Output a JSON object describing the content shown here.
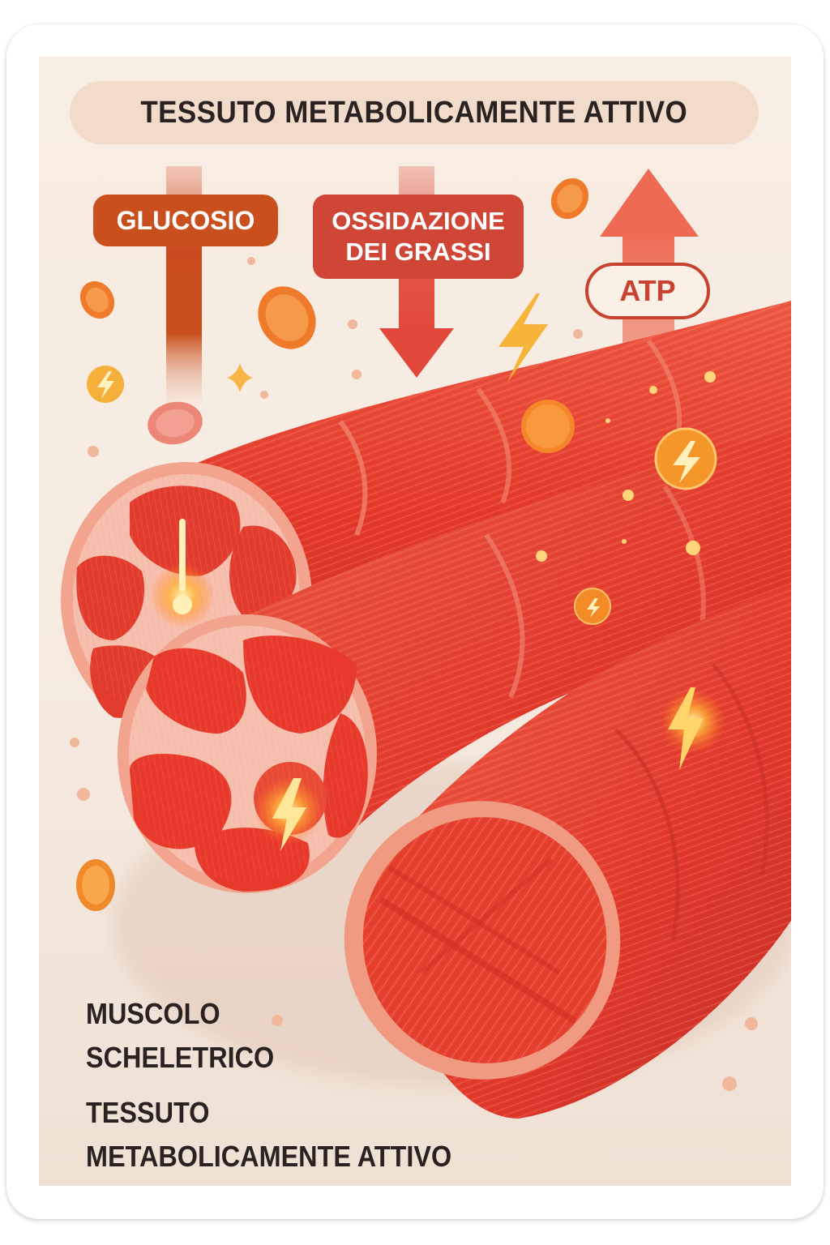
{
  "header": {
    "title": "TESSUTO METABOLICAMENTE ATTIVO"
  },
  "labels": {
    "glucose": "GLUCOSIO",
    "fat_oxidation": [
      "OSSIDAZIONE",
      "DEI GRASSI"
    ],
    "atp": "ATP"
  },
  "caption": {
    "primary": [
      "MUSCOLO",
      "SCHELETRICO"
    ],
    "secondary": [
      "TESSUTO",
      "METABOLICAMENTE ATTIVO"
    ]
  },
  "illustration": {
    "subject": "skeletal-muscle-fiber-bundles",
    "icons": [
      "mitochondria-icon",
      "lightning-bolt-icon",
      "sparkle-icon",
      "energy-particle-icon"
    ],
    "arrows": [
      {
        "name": "glucose-arrow",
        "direction": "down"
      },
      {
        "name": "fat-oxidation-arrow",
        "direction": "down"
      },
      {
        "name": "atp-arrow",
        "direction": "up"
      }
    ]
  },
  "colors": {
    "background": "#f6ebe1",
    "title_pill": "#f1dccb",
    "text_dark": "#2a2220",
    "glucose": "#c9501d",
    "fat_oxidation": "#cf4636",
    "atp": "#c94230",
    "muscle": "#e8402e",
    "muscle_sheath": "#f2a48e",
    "energy": "#f5a623"
  }
}
